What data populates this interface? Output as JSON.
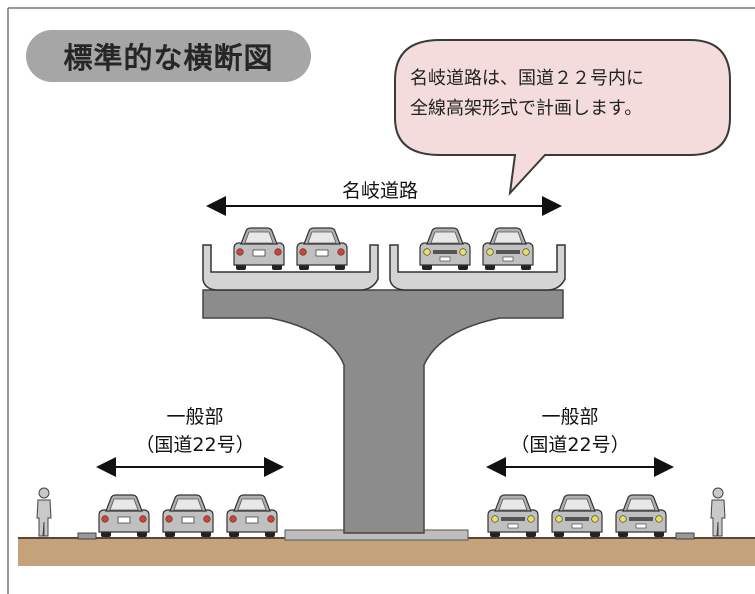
{
  "title": "標準的な横断図",
  "callout": {
    "line1": "名岐道路は、国道２２号内に",
    "line2": "全線高架形式で計画します。"
  },
  "labels": {
    "elevated": "名岐道路",
    "general_left_line1": "一般部",
    "general_left_line2": "（国道22号）",
    "general_right_line1": "一般部",
    "general_right_line2": "（国道22号）"
  },
  "colors": {
    "structure": "#8c8c8c",
    "structure_light": "#d4d4d4",
    "ground": "#c4a27c",
    "title_pill": "#a6a6a6",
    "bubble": "#f4dcdc",
    "car_body": "#c0c0c0",
    "tail_light": "#d94032",
    "head_light": "#e6e25a"
  }
}
